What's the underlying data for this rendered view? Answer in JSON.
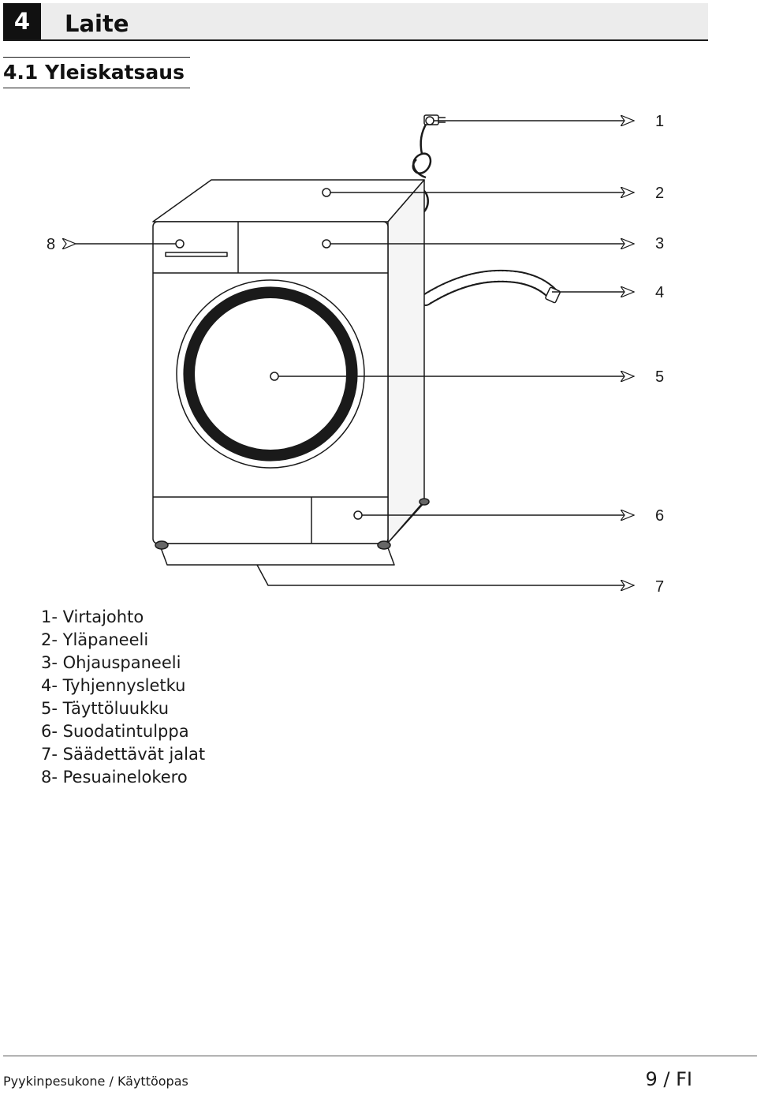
{
  "chapter": {
    "number": "4",
    "title": "Laite"
  },
  "section": {
    "title": "4.1 Yleiskatsaus"
  },
  "figure": {
    "subject": "washing-machine-overview",
    "callouts": [
      "1",
      "2",
      "3",
      "4",
      "5",
      "6",
      "7",
      "8"
    ]
  },
  "legend": [
    "1- Virtajohto",
    "2- Yläpaneeli",
    "3- Ohjauspaneeli",
    "4- Tyhjennysletku",
    "5- Täyttöluukku",
    "6- Suodatintulppa",
    "7- Säädettävät jalat",
    "8- Pesuainelokero"
  ],
  "footer": {
    "doc_title": "Pyykinpesukone / Käyttöopas",
    "page": "9 / FI"
  }
}
